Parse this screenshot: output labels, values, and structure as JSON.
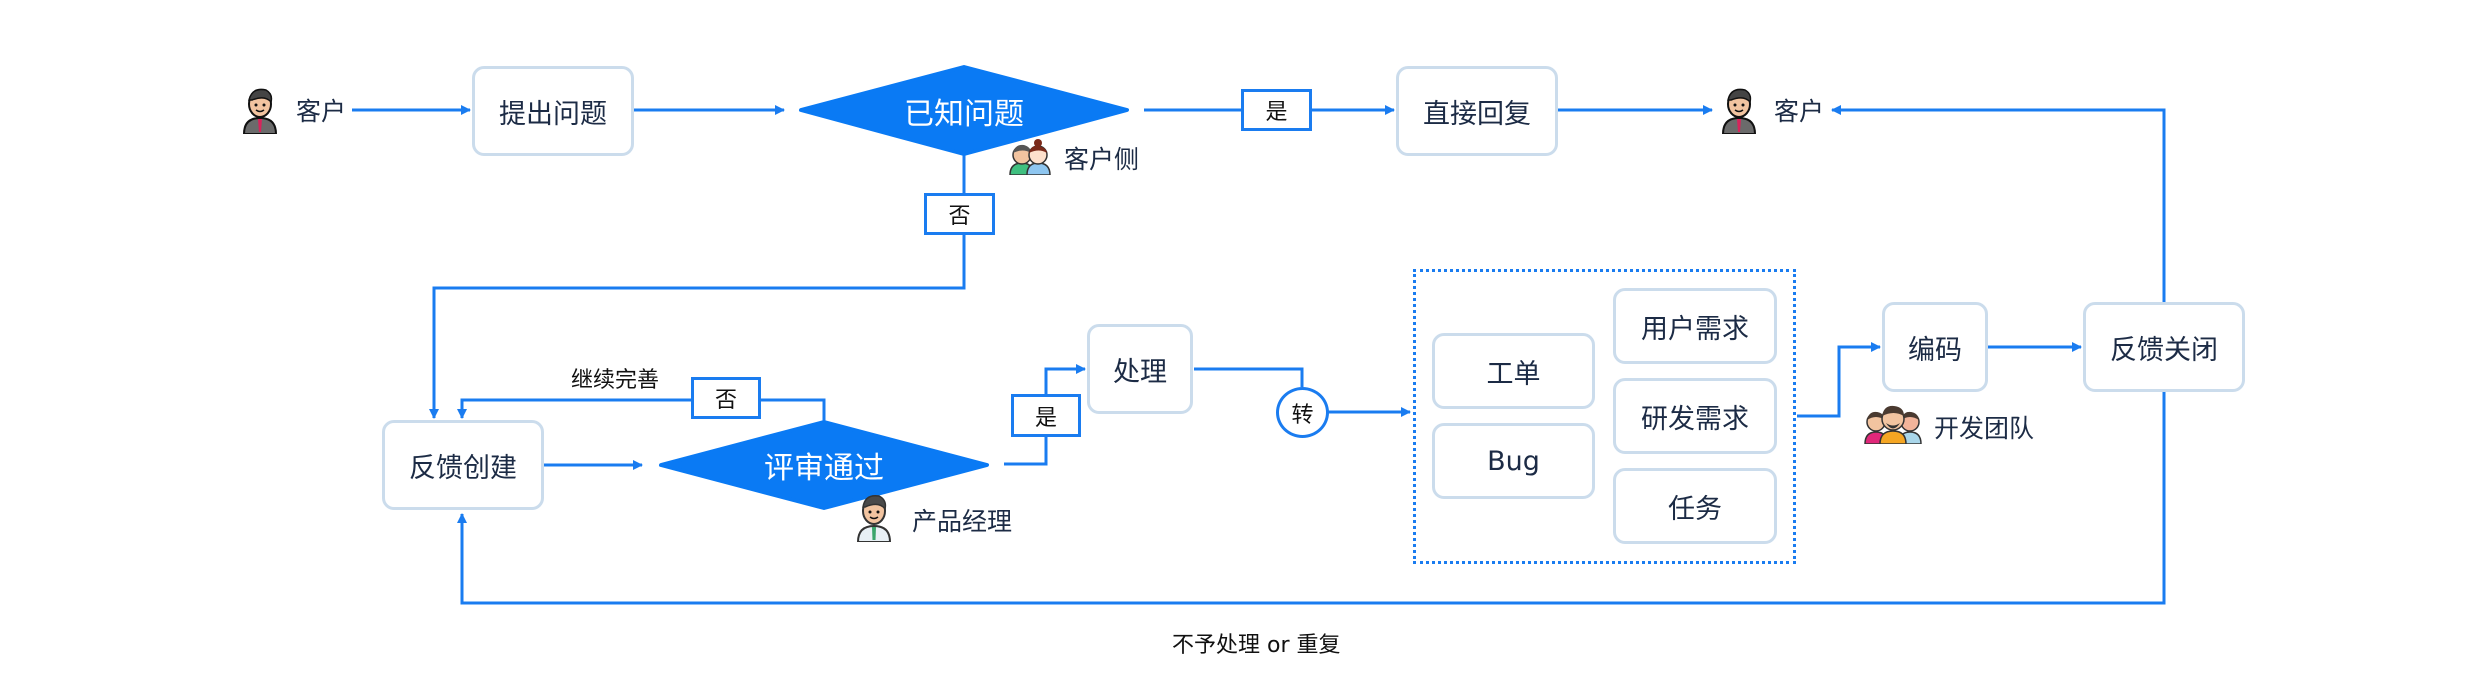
{
  "colors": {
    "accent": "#1a7cf0",
    "node_border": "#cbdcec",
    "text": "#1c2b45"
  },
  "actors": {
    "customer_start": {
      "label": "客户",
      "icon": "customer-man-icon"
    },
    "customer_end": {
      "label": "客户",
      "icon": "customer-man-icon"
    },
    "customer_side": {
      "label": "客户侧",
      "icon": "customer-couple-icon"
    },
    "product_manager": {
      "label": "产品经理",
      "icon": "product-manager-icon"
    },
    "dev_team": {
      "label": "开发团队",
      "icon": "dev-team-icon"
    }
  },
  "nodes": {
    "raise_issue": "提出问题",
    "known_issue": "已知问题",
    "direct_reply": "直接回复",
    "feedback_create": "反馈创建",
    "review_pass": "评审通过",
    "process": "处理",
    "ticket": "工单",
    "bug": "Bug",
    "user_requirement": "用户需求",
    "dev_requirement": "研发需求",
    "task": "任务",
    "coding": "编码",
    "feedback_close": "反馈关闭"
  },
  "edge_labels": {
    "known_yes": "是",
    "known_no": "否",
    "review_no": "否",
    "review_no_note": "继续完善",
    "review_yes": "是",
    "transfer": "转",
    "reject_or_duplicate": "不予处理 or 重复"
  }
}
